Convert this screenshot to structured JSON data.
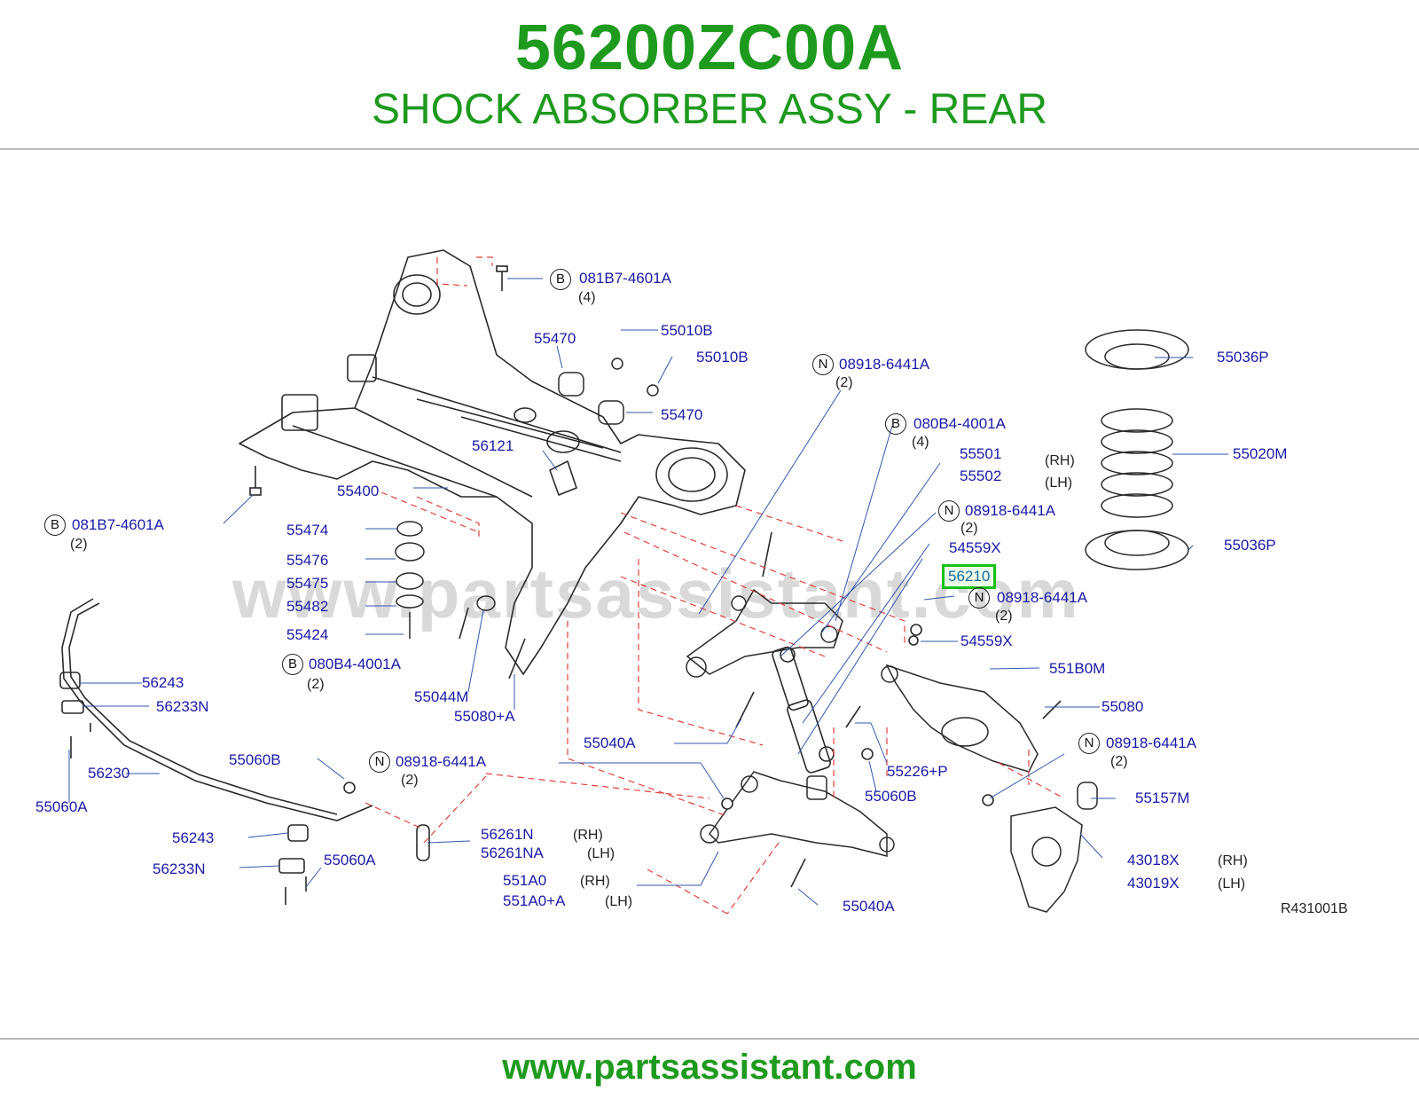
{
  "header": {
    "part_number": "56200ZC00A",
    "part_name": "SHOCK ABSORBER ASSY - REAR"
  },
  "diagram": {
    "watermark": "www.partsassistant.com",
    "drawing_code": "R431001B",
    "highlighted_part": "56210",
    "callouts": [
      {
        "id": "c1",
        "badge": "B",
        "label": "081B7-4601A",
        "qty": "(4)"
      },
      {
        "id": "c2",
        "label": "55470"
      },
      {
        "id": "c3",
        "label": "55010B"
      },
      {
        "id": "c4",
        "label": "55010B"
      },
      {
        "id": "c5",
        "label": "55470"
      },
      {
        "id": "c6",
        "label": "56121"
      },
      {
        "id": "c7",
        "label": "55400"
      },
      {
        "id": "c8",
        "badge": "B",
        "label": "081B7-4601A",
        "qty": "(2)"
      },
      {
        "id": "c9",
        "label": "55474"
      },
      {
        "id": "c10",
        "label": "55476"
      },
      {
        "id": "c11",
        "label": "55475"
      },
      {
        "id": "c12",
        "label": "55482"
      },
      {
        "id": "c13",
        "label": "55424"
      },
      {
        "id": "c14",
        "badge": "B",
        "label": "080B4-4001A",
        "qty": "(2)"
      },
      {
        "id": "c15",
        "label": "55044M"
      },
      {
        "id": "c16",
        "label": "55080+A"
      },
      {
        "id": "c17",
        "badge": "N",
        "label": "08918-6441A",
        "qty": "(2)"
      },
      {
        "id": "c18",
        "badge": "B",
        "label": "080B4-4001A",
        "qty": "(4)"
      },
      {
        "id": "c19",
        "label": "55501",
        "side": "(RH)"
      },
      {
        "id": "c20",
        "label": "55502",
        "side": "(LH)"
      },
      {
        "id": "c21",
        "badge": "N",
        "label": "08918-6441A",
        "qty": "(2)"
      },
      {
        "id": "c22",
        "label": "54559X"
      },
      {
        "id": "c23",
        "badge": "N",
        "label": "08918-6441A",
        "qty": "(2)"
      },
      {
        "id": "c24",
        "label": "54559X"
      },
      {
        "id": "c25",
        "label": "551B0M"
      },
      {
        "id": "c26",
        "label": "55080"
      },
      {
        "id": "c27",
        "label": "55036P"
      },
      {
        "id": "c28",
        "label": "55020M"
      },
      {
        "id": "c29",
        "label": "55036P"
      },
      {
        "id": "c30",
        "label": "56243"
      },
      {
        "id": "c31",
        "label": "56233N"
      },
      {
        "id": "c32",
        "label": "56230"
      },
      {
        "id": "c33",
        "label": "55060A"
      },
      {
        "id": "c34",
        "label": "55060B"
      },
      {
        "id": "c35",
        "badge": "N",
        "label": "08918-6441A",
        "qty": "(2)"
      },
      {
        "id": "c36",
        "label": "56243"
      },
      {
        "id": "c37",
        "label": "56233N"
      },
      {
        "id": "c38",
        "label": "55060A"
      },
      {
        "id": "c39",
        "label": "56261N",
        "side": "(RH)"
      },
      {
        "id": "c40",
        "label": "56261NA",
        "side": "(LH)"
      },
      {
        "id": "c41",
        "label": "551A0",
        "side": "(RH)"
      },
      {
        "id": "c42",
        "label": "551A0+A",
        "side": "(LH)"
      },
      {
        "id": "c43",
        "label": "55040A"
      },
      {
        "id": "c44",
        "label": "55040A"
      },
      {
        "id": "c45",
        "label": "55226+P"
      },
      {
        "id": "c46",
        "label": "55060B"
      },
      {
        "id": "c47",
        "badge": "N",
        "label": "08918-6441A",
        "qty": "(2)"
      },
      {
        "id": "c48",
        "label": "55157M"
      },
      {
        "id": "c49",
        "label": "43018X",
        "side": "(RH)"
      },
      {
        "id": "c50",
        "label": "43019X",
        "side": "(LH)"
      }
    ]
  },
  "footer": {
    "url": "www.partsassistant.com"
  }
}
